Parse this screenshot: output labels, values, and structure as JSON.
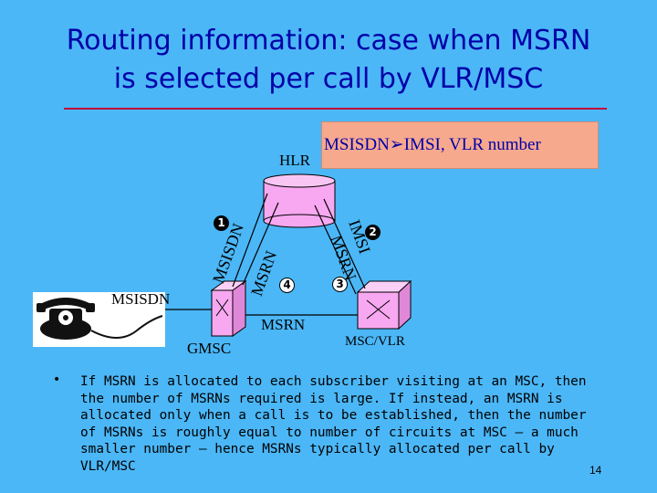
{
  "title": {
    "line1": "Routing information: case when MSRN",
    "line2": "is selected per call by VLR/MSC"
  },
  "callout": "MSISDN➢IMSI, VLR number",
  "nodes": {
    "hlr": "HLR",
    "gmsc": "GMSC",
    "msc_vlr": "MSC/VLR",
    "phone_label": "MSISDN"
  },
  "links": {
    "msisdn": "MSISDN",
    "imsi": "IMSI",
    "msrn_left": "MSRN",
    "msrn_right": "MSRN",
    "msrn_bottom": "MSRN"
  },
  "steps": [
    "1",
    "2",
    "3",
    "4"
  ],
  "bullet": "•",
  "body": "If MSRN is allocated to each subscriber visiting at an MSC, then the number of MSRNs required is large. If instead, an MSRN is allocated only when a call is to be established, then the number of MSRNs is roughly equal to number of circuits at MSC – a much smaller number – hence MSRNs typically allocated per call by VLR/MSC",
  "page_number": "14",
  "colors": {
    "background": "#4bb7f7",
    "title": "#0000a8",
    "rule": "#c2003c",
    "callout_fill": "#f7a98e",
    "node_fill": "#f7a8f0"
  },
  "icons": [
    "telephone-icon",
    "database-cylinder-icon",
    "switch-box-icon"
  ]
}
